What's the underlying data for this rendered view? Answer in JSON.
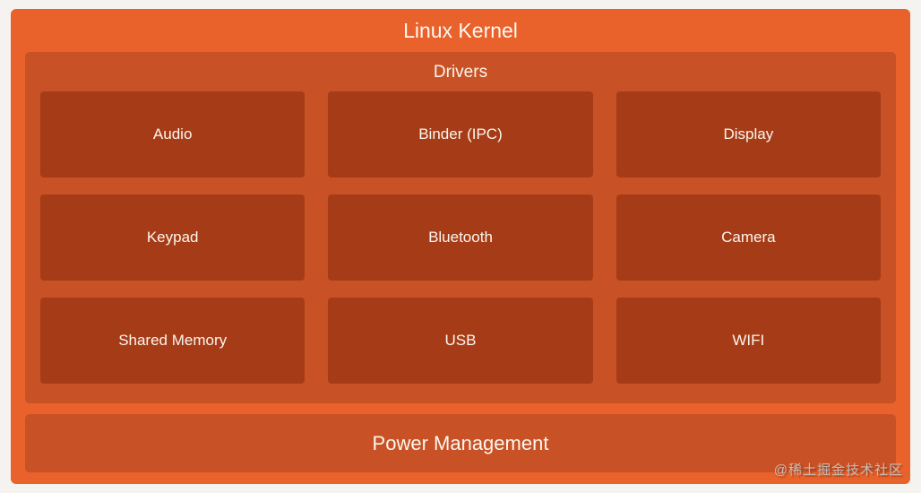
{
  "diagram": {
    "title": "Linux Kernel",
    "drivers": {
      "title": "Drivers",
      "items": [
        "Audio",
        "Binder (IPC)",
        "Display",
        "Keypad",
        "Bluetooth",
        "Camera",
        "Shared Memory",
        "USB",
        "WIFI"
      ]
    },
    "power_label": "Power Management",
    "watermark": "@稀土掘金技术社区",
    "colors": {
      "page_background": "#F5F3F0",
      "kernel_background": "#E9622B",
      "panel_background": "#C85125",
      "driver_box_background": "#A63C17",
      "text": "#FBF5EE",
      "watermark_text": "#C4BCB5"
    }
  }
}
